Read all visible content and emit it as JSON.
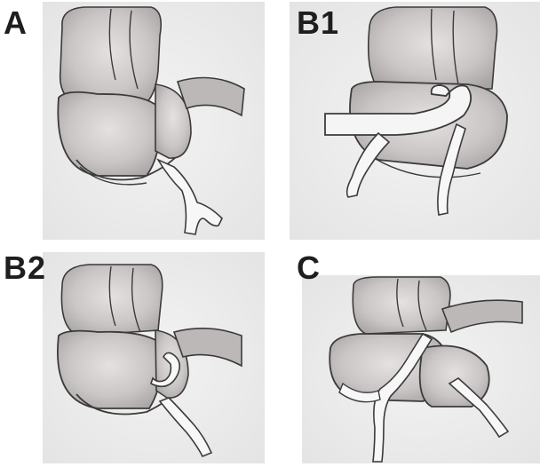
{
  "panels": [
    {
      "id": "A",
      "label": "A"
    },
    {
      "id": "B1",
      "label": "B1"
    },
    {
      "id": "B2",
      "label": "B2"
    },
    {
      "id": "C",
      "label": "C"
    }
  ],
  "colors": {
    "background": "#ffffff",
    "panel_wash": "#ededed",
    "organ_fill": "#cfcbca",
    "organ_shade": "#b3aeae",
    "outline": "#3b3b3b",
    "tube_fill": "#f7f7f7"
  }
}
